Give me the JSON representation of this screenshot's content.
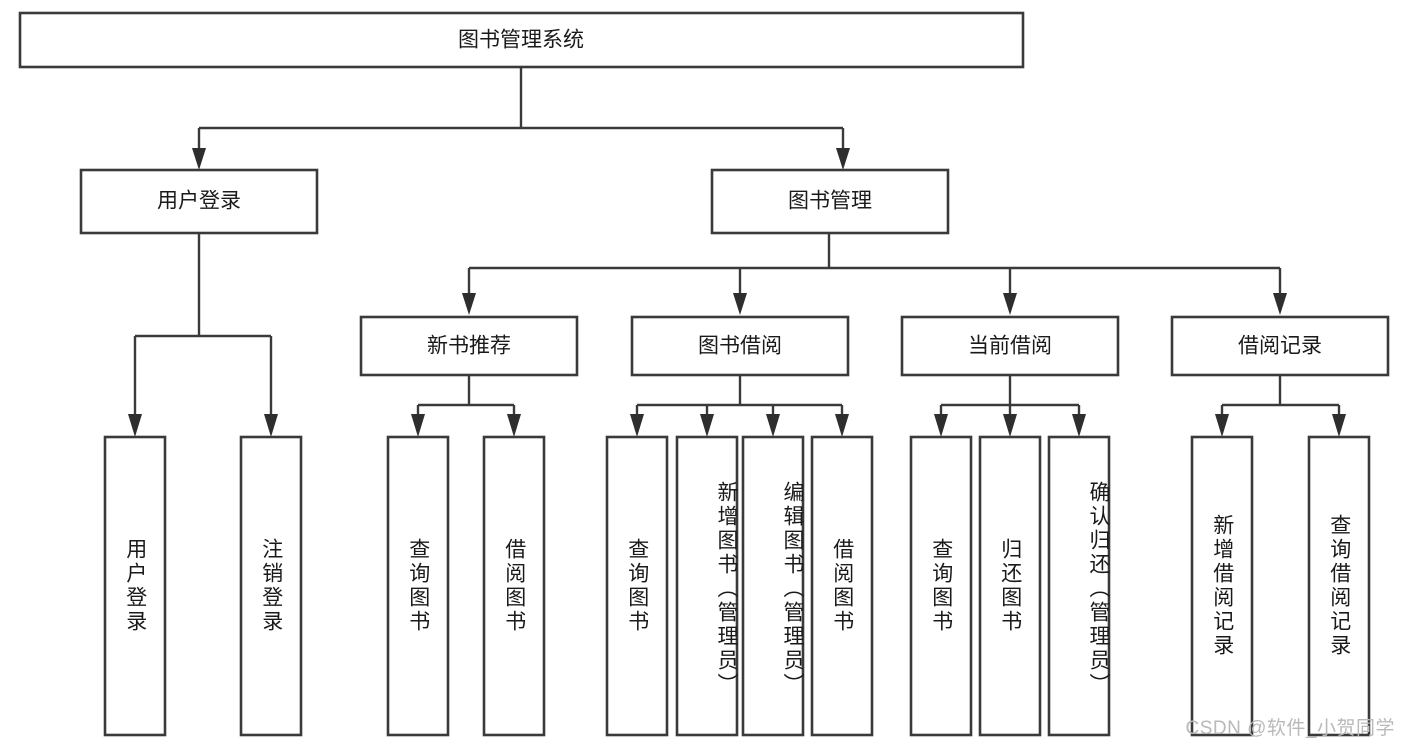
{
  "diagram": {
    "type": "tree-hierarchy-chart",
    "title": "图书管理系统",
    "orientation": "top-down",
    "colors": {
      "box_stroke": "#3a3a3a",
      "box_fill": "#ffffff",
      "connector": "#3a3a3a",
      "text": "#1a1a1a",
      "watermark": "#b9b9b9",
      "background": "#ffffff"
    },
    "root": {
      "id": "root",
      "label": "图书管理系统",
      "level": 0,
      "text_orientation": "horizontal"
    },
    "level2": [
      {
        "id": "user-login",
        "label": "用户登录",
        "level": 1,
        "text_orientation": "horizontal"
      },
      {
        "id": "book-management",
        "label": "图书管理",
        "level": 1,
        "text_orientation": "horizontal"
      }
    ],
    "level3": [
      {
        "id": "new-book-recommend",
        "label": "新书推荐",
        "level": 2,
        "parent": "book-management",
        "text_orientation": "horizontal"
      },
      {
        "id": "book-borrow",
        "label": "图书借阅",
        "level": 2,
        "parent": "book-management",
        "text_orientation": "horizontal"
      },
      {
        "id": "current-borrow",
        "label": "当前借阅",
        "level": 2,
        "parent": "book-management",
        "text_orientation": "horizontal"
      },
      {
        "id": "borrow-record",
        "label": "借阅记录",
        "level": 2,
        "parent": "book-management",
        "text_orientation": "horizontal"
      }
    ],
    "leaves": [
      {
        "id": "leaf-user-login",
        "label": "用户登录",
        "parent": "user-login",
        "text_orientation": "vertical"
      },
      {
        "id": "leaf-logout",
        "label": "注销登录",
        "parent": "user-login",
        "text_orientation": "vertical"
      },
      {
        "id": "leaf-query-book-recommend",
        "label": "查询图书",
        "parent": "new-book-recommend",
        "text_orientation": "vertical"
      },
      {
        "id": "leaf-borrow-book-recommend",
        "label": "借阅图书",
        "parent": "new-book-recommend",
        "text_orientation": "vertical"
      },
      {
        "id": "leaf-query-book-borrow",
        "label": "查询图书",
        "parent": "book-borrow",
        "text_orientation": "vertical"
      },
      {
        "id": "leaf-add-book-admin",
        "label": "新增图书（管理员）",
        "parent": "book-borrow",
        "text_orientation": "vertical"
      },
      {
        "id": "leaf-edit-book-admin",
        "label": "编辑图书（管理员）",
        "parent": "book-borrow",
        "text_orientation": "vertical"
      },
      {
        "id": "leaf-borrow-book",
        "label": "借阅图书",
        "parent": "book-borrow",
        "text_orientation": "vertical"
      },
      {
        "id": "leaf-query-book-current",
        "label": "查询图书",
        "parent": "current-borrow",
        "text_orientation": "vertical"
      },
      {
        "id": "leaf-return-book",
        "label": "归还图书",
        "parent": "current-borrow",
        "text_orientation": "vertical"
      },
      {
        "id": "leaf-confirm-return-admin",
        "label": "确认归还（管理员）",
        "parent": "current-borrow",
        "text_orientation": "vertical"
      },
      {
        "id": "leaf-add-borrow-record",
        "label": "新增借阅记录",
        "parent": "borrow-record",
        "text_orientation": "vertical"
      },
      {
        "id": "leaf-query-borrow-record",
        "label": "查询借阅记录",
        "parent": "borrow-record",
        "text_orientation": "vertical"
      }
    ]
  },
  "watermark": {
    "text": "CSDN @软件_小贺同学"
  }
}
